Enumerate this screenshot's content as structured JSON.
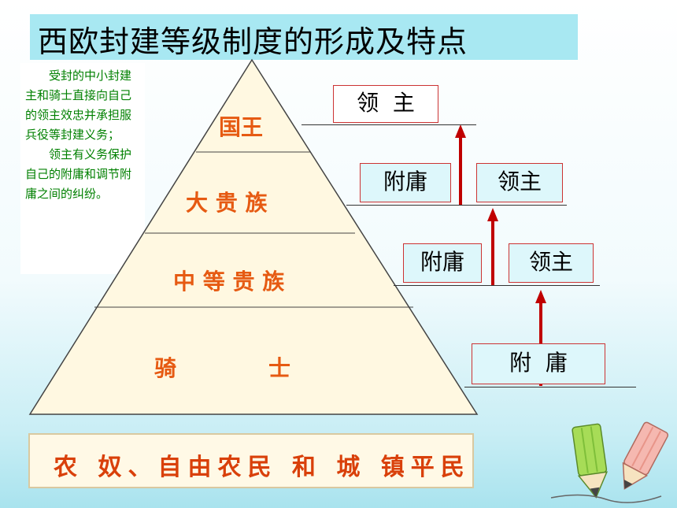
{
  "title": "西欧封建等级制度的形成及特点",
  "note": {
    "para1": "受封的中小封建主和骑士直接向自己的领主效忠并承担服兵役等封建义务；",
    "para2": "领主有义务保护自己的附庸和调节附庸之间的纠纷。"
  },
  "pyramid": {
    "tier1": "国王",
    "tier2": "大 贵 族",
    "tier3": "中 等 贵 族",
    "tier4": "骑            士"
  },
  "relations": {
    "row1_lord": "领  主",
    "row2_vassal": "附庸",
    "row2_lord": "领主",
    "row3_vassal": "附庸",
    "row3_lord": "领主",
    "row4_vassal": "附  庸"
  },
  "bottom": "农 奴、自由农民 和 城 镇平民",
  "colors": {
    "title_bg": "#a8e8f2",
    "tier_text": "#e65a12",
    "note_text": "#008000",
    "arrow": "#c00000",
    "box_border": "#cc3333"
  }
}
